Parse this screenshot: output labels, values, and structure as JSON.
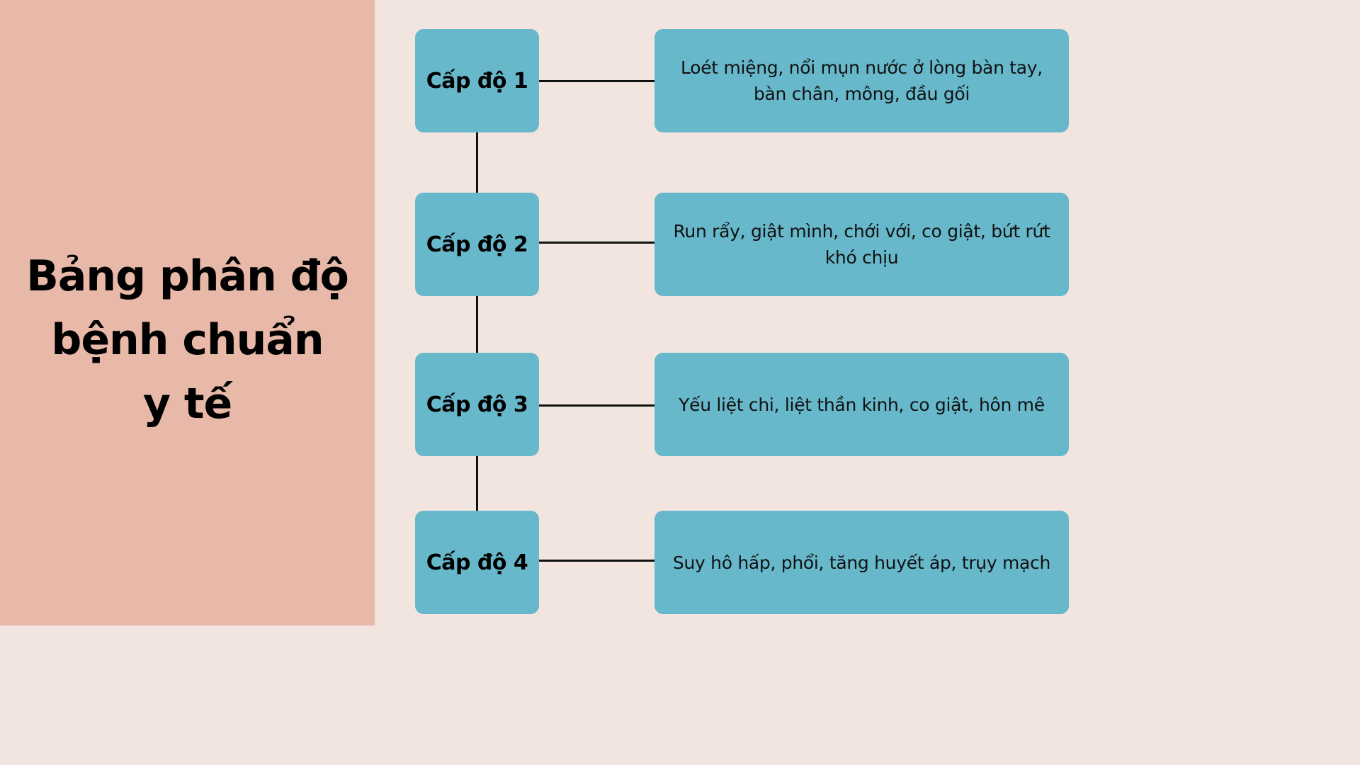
{
  "title": {
    "lines": [
      "Bảng phân độ",
      "bệnh chuẩn",
      "y tế"
    ]
  },
  "colors": {
    "left_panel": "#e8b9a8",
    "background": "#f2e5e0",
    "box": "#67b8cb",
    "line": "#111111"
  },
  "levels": [
    {
      "label": "Cấp độ 1",
      "description": "Loét miệng, nổi mụn nước ở lòng bàn tay, bàn chân, mông, đầu gối"
    },
    {
      "label": "Cấp độ 2",
      "description": "Run rẩy, giật mình, chới với, co giật, bứt rứt khó chịu"
    },
    {
      "label": "Cấp độ 3",
      "description": "Yếu liệt chi, liệt thần kinh, co giật, hôn mê"
    },
    {
      "label": "Cấp độ 4",
      "description": "Suy hô hấp, phổi, tăng huyết áp, trụy mạch"
    }
  ]
}
